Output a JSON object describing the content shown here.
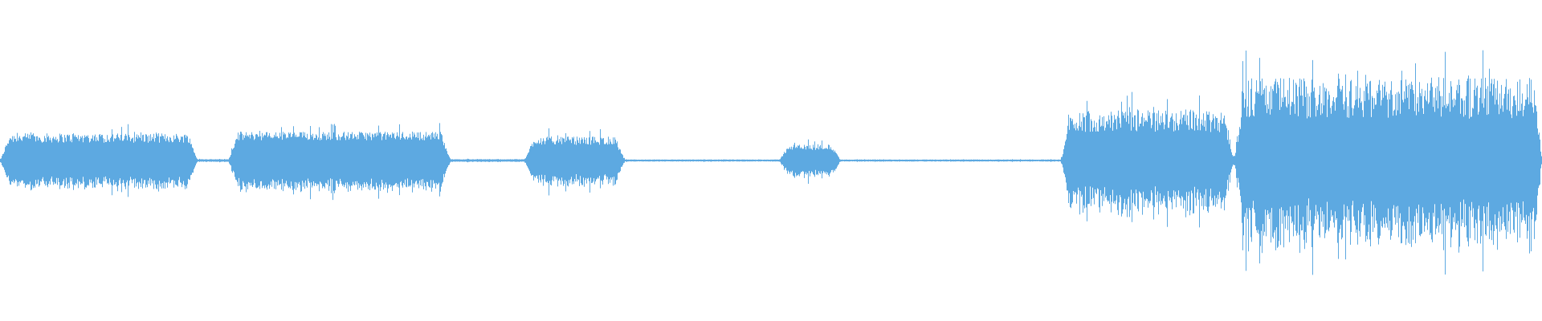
{
  "waveform": {
    "color": "#5DA9E1",
    "background": "#FFFFFF",
    "sample_count": 1920,
    "segments": [
      {
        "start": 0.0,
        "end": 0.128,
        "amp": 0.085,
        "jitter": 0.35
      },
      {
        "start": 0.128,
        "end": 0.148,
        "amp": 0.004,
        "jitter": 0.2
      },
      {
        "start": 0.148,
        "end": 0.292,
        "amp": 0.09,
        "jitter": 0.3
      },
      {
        "start": 0.292,
        "end": 0.34,
        "amp": 0.004,
        "jitter": 0.2
      },
      {
        "start": 0.34,
        "end": 0.405,
        "amp": 0.075,
        "jitter": 0.35
      },
      {
        "start": 0.405,
        "end": 0.505,
        "amp": 0.003,
        "jitter": 0.2
      },
      {
        "start": 0.505,
        "end": 0.545,
        "amp": 0.05,
        "jitter": 0.35
      },
      {
        "start": 0.545,
        "end": 0.688,
        "amp": 0.003,
        "jitter": 0.2
      },
      {
        "start": 0.688,
        "end": 0.8,
        "amp": 0.16,
        "jitter": 0.45
      },
      {
        "start": 0.8,
        "end": 1.0,
        "amp": 0.26,
        "jitter": 0.5
      }
    ]
  }
}
